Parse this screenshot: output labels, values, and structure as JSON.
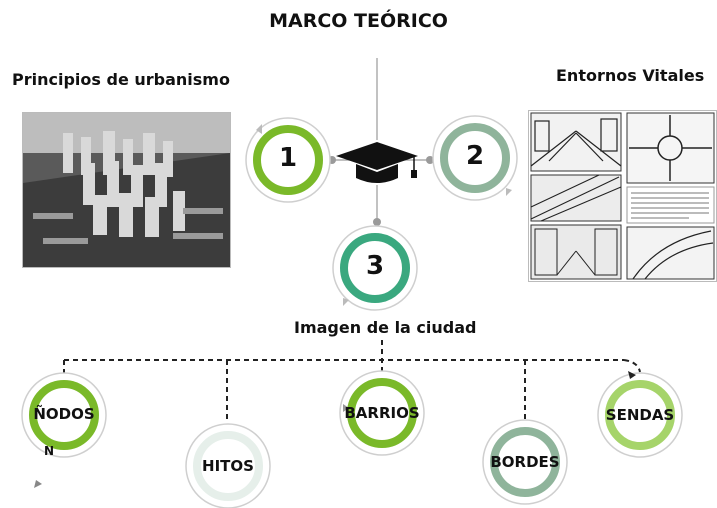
{
  "title": "MARCO TEÓRICO",
  "left_section": {
    "label": "Principios de urbanismo"
  },
  "right_section": {
    "label": "Entornos Vitales"
  },
  "bottom_section": {
    "label": "Imagen de la ciudad"
  },
  "numbers": [
    {
      "text": "1",
      "color": "#7ab929"
    },
    {
      "text": "2",
      "color": "#8fb49b"
    },
    {
      "text": "3",
      "color": "#3aa87f"
    }
  ],
  "elements": [
    {
      "text": "ÑODOS",
      "color": "#7ab929"
    },
    {
      "text": "HITOS",
      "color": "#e6efea"
    },
    {
      "text": "BARRIOS",
      "color": "#7ab929"
    },
    {
      "text": "BORDES",
      "color": "#8fb49b"
    },
    {
      "text": "SENDAS",
      "color": "#a6d46a"
    }
  ],
  "stray_letter": "N",
  "icons": {
    "center": "graduation-cap-icon"
  }
}
